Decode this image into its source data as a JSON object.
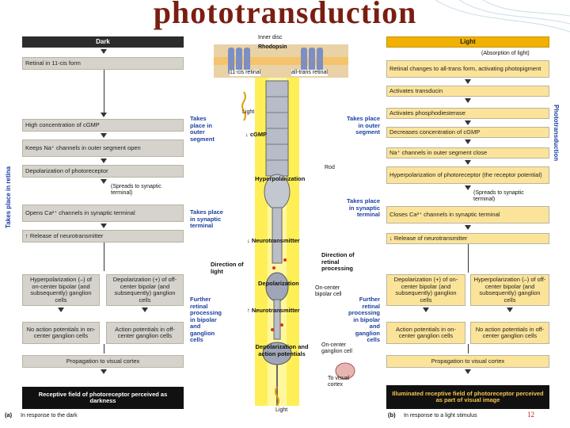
{
  "title": "phototransduction",
  "page_number": "12",
  "left": {
    "header": "Dark",
    "steps": [
      "Retinal in 11-cis form",
      "High concentration of cGMP",
      "Keeps Na⁺ channels in outer segment open",
      "Depolarization of photoreceptor",
      "Opens Ca²⁺ channels in synaptic terminal",
      "↑ Release of neurotransmitter"
    ],
    "spread_note": "(Spreads to synaptic terminal)",
    "bipolar_a": "Hyperpolarization (–) of on-center bipolar (and subsequently) ganglion cells",
    "bipolar_b": "Depolarization (+) of off-center bipolar (and subsequently) ganglion cells",
    "ganglion_a": "No action potentials in on-center ganglion cells",
    "ganglion_b": "Action potentials in off-center ganglion cells",
    "propagation": "Propagation to visual cortex",
    "final": "Receptive field of photoreceptor perceived as darkness",
    "caption_letter": "(a)",
    "caption": "In response to the dark",
    "side_label": "Takes place in retina"
  },
  "right": {
    "header": "Light",
    "absorption": "(Absorption of light)",
    "steps": [
      "Retinal changes to all-trans form, activating photopigment",
      "Activates transducin",
      "Activates phosphodiesterase",
      "Decreases concentration of cGMP",
      "Na⁺ channels in outer segment close",
      "Hyperpolarization of photoreceptor (the receptor potential)",
      "Closes Ca²⁺ channels in synaptic terminal",
      "↓ Release of neurotransmitter"
    ],
    "spread_note": "(Spreads to synaptic terminal)",
    "bipolar_a": "Depolarization (+) of on-center bipolar (and subsequently) ganglion cells",
    "bipolar_b": "Hyperpolarization (–) of off-center bipolar (and subsequently) ganglion cells",
    "ganglion_a": "Action potentials in on-center ganglion cells",
    "ganglion_b": "No action potentials in off-center ganglion cells",
    "propagation": "Propagation to visual cortex",
    "final": "Illuminated receptive field of photoreceptor perceived as part of visual image",
    "caption_letter": "(b)",
    "caption": "In response to a light stimulus",
    "side_label": "Phototransduction"
  },
  "center": {
    "inner_disc": "Inner disc",
    "rhodopsin": "Rhodopsin",
    "cis_label": "11-cis retinal",
    "trans_label": "all-trans retinal",
    "light_top": "Light",
    "cgmp": "↓ cGMP",
    "rod": "Rod",
    "hyperpolarization": "Hyperpolarization",
    "neurotransmitter_1": "↓ Neurotransmitter",
    "direction_light": "Direction of light",
    "direction_processing": "Direction of retinal processing",
    "depolarization": "Depolarization",
    "on_bipolar": "On-center bipolar cell",
    "neurotransmitter_2": "↑ Neurotransmitter",
    "depol_ap": "Depolarization and action potentials",
    "on_ganglion": "On-center ganglion cell",
    "to_cortex": "To visual cortex",
    "light_bottom": "Light",
    "outer_seg_left": "Takes place in outer segment",
    "outer_seg_right": "Takes place in outer segment",
    "synaptic_left": "Takes place in synaptic terminal",
    "synaptic_right": "Takes place in synaptic terminal",
    "further_left": "Further retinal processing in bipolar and ganglion cells",
    "further_right": "Further retinal processing in bipolar and ganglion cells"
  }
}
